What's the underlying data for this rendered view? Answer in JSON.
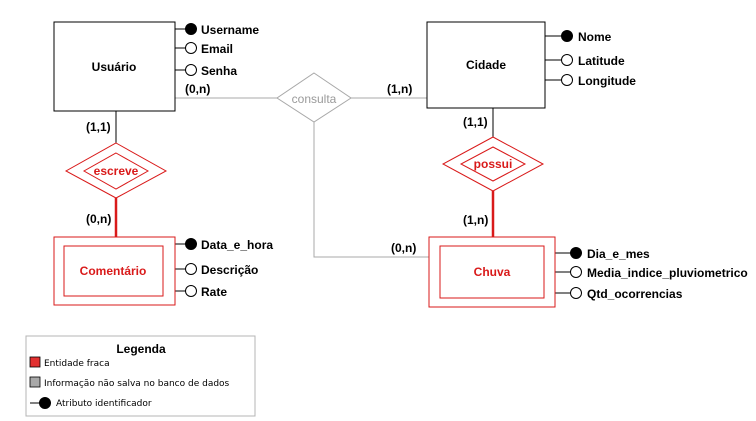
{
  "entities": {
    "usuario": {
      "name": "Usuário",
      "attributes": [
        "Username",
        "Email",
        "Senha"
      ]
    },
    "cidade": {
      "name": "Cidade",
      "attributes": [
        "Nome",
        "Latitude",
        "Longitude"
      ]
    },
    "comentario": {
      "name": "Comentário",
      "attributes": [
        "Data_e_hora",
        "Descrição",
        "Rate"
      ]
    },
    "chuva": {
      "name": "Chuva",
      "attributes": [
        "Dia_e_mes",
        "Media_indice_pluviometrico",
        "Qtd_ocorrencias"
      ]
    }
  },
  "relationships": {
    "consulta": {
      "name": "consulta"
    },
    "escreve": {
      "name": "escreve"
    },
    "possui": {
      "name": "possui"
    }
  },
  "cardinalities": {
    "usuario_consulta": "(0,n)",
    "consulta_cidade": "(1,n)",
    "usuario_escreve": "(1,1)",
    "escreve_comentario": "(0,n)",
    "cidade_possui": "(1,1)",
    "possui_chuva": "(1,n)",
    "consulta_chuva": "(0,n)"
  },
  "legend": {
    "title": "Legenda",
    "items": [
      "Entidade fraca",
      "Informação não salva no banco de dados",
      "Atributo identificador"
    ]
  },
  "colors": {
    "weak": "#d91a1a",
    "weak_fill": "#e23030",
    "gray": "#a8a8a8",
    "black": "#000000"
  }
}
